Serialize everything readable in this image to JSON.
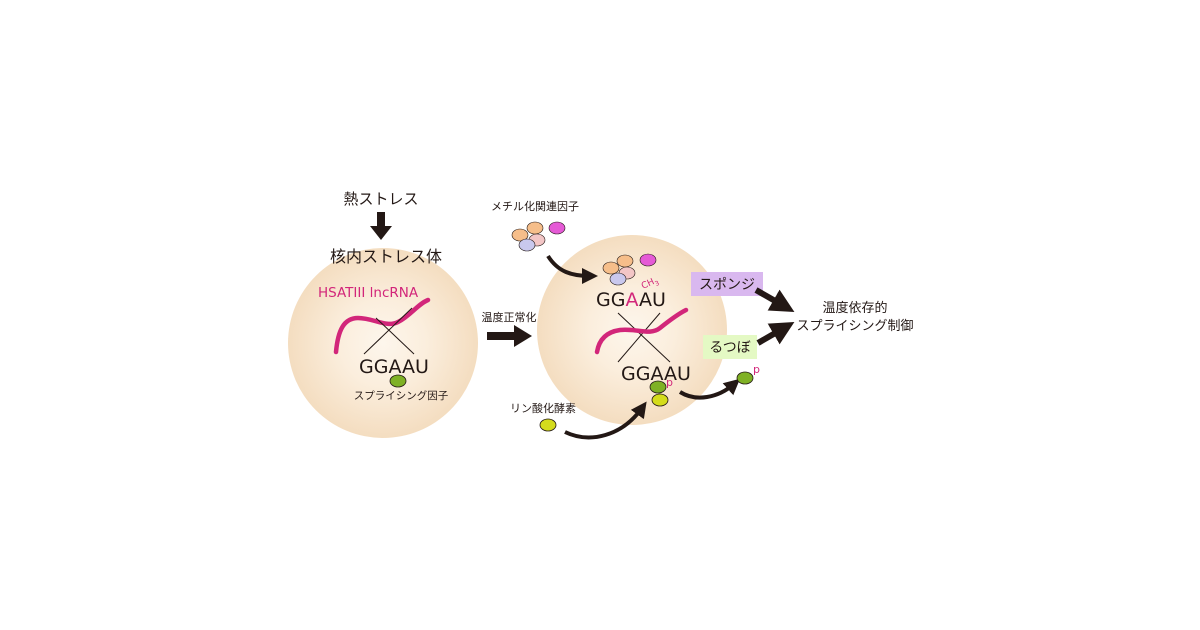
{
  "colors": {
    "magenta": "#d2267a",
    "nucleus_inner": "#fdf6ec",
    "nucleus_outer": "#f4ddc0",
    "arrow": "#231815",
    "splicing_factor": "#7fb125",
    "phospho_factor": "#d4dc1c",
    "sponge_box": "#d9b8ef",
    "crucible_box": "#e4f9c4",
    "methyl_orange": "#f6be8a",
    "methyl_pink": "#f3c6c6",
    "methyl_lavender": "#c9c8ee",
    "methyl_magenta": "#e55ad6"
  },
  "labels": {
    "heat_stress": "熱ストレス",
    "nuclear_stress_body": "核内ストレス体",
    "hsatiii": "HSATIII lncRNA",
    "ggaau_left": "GGAAU",
    "splicing_factor": "スプライシング因子",
    "temp_normalization": "温度正常化",
    "methylation_factors": "メチル化関連因子",
    "ggaau_top_prefix": "GG",
    "ggaau_top_a": "A",
    "ggaau_top_suffix": "AU",
    "ch3": "CH",
    "ch3_sub": "3",
    "ggaau_bottom": "GGAAU",
    "p_mark_1": "p",
    "p_mark_2": "p",
    "phosphorylation_enzyme": "リン酸化酵素",
    "sponge": "スポンジ",
    "crucible": "るつぼ",
    "result_line1": "温度依存的",
    "result_line2": "スプライシング制御"
  }
}
